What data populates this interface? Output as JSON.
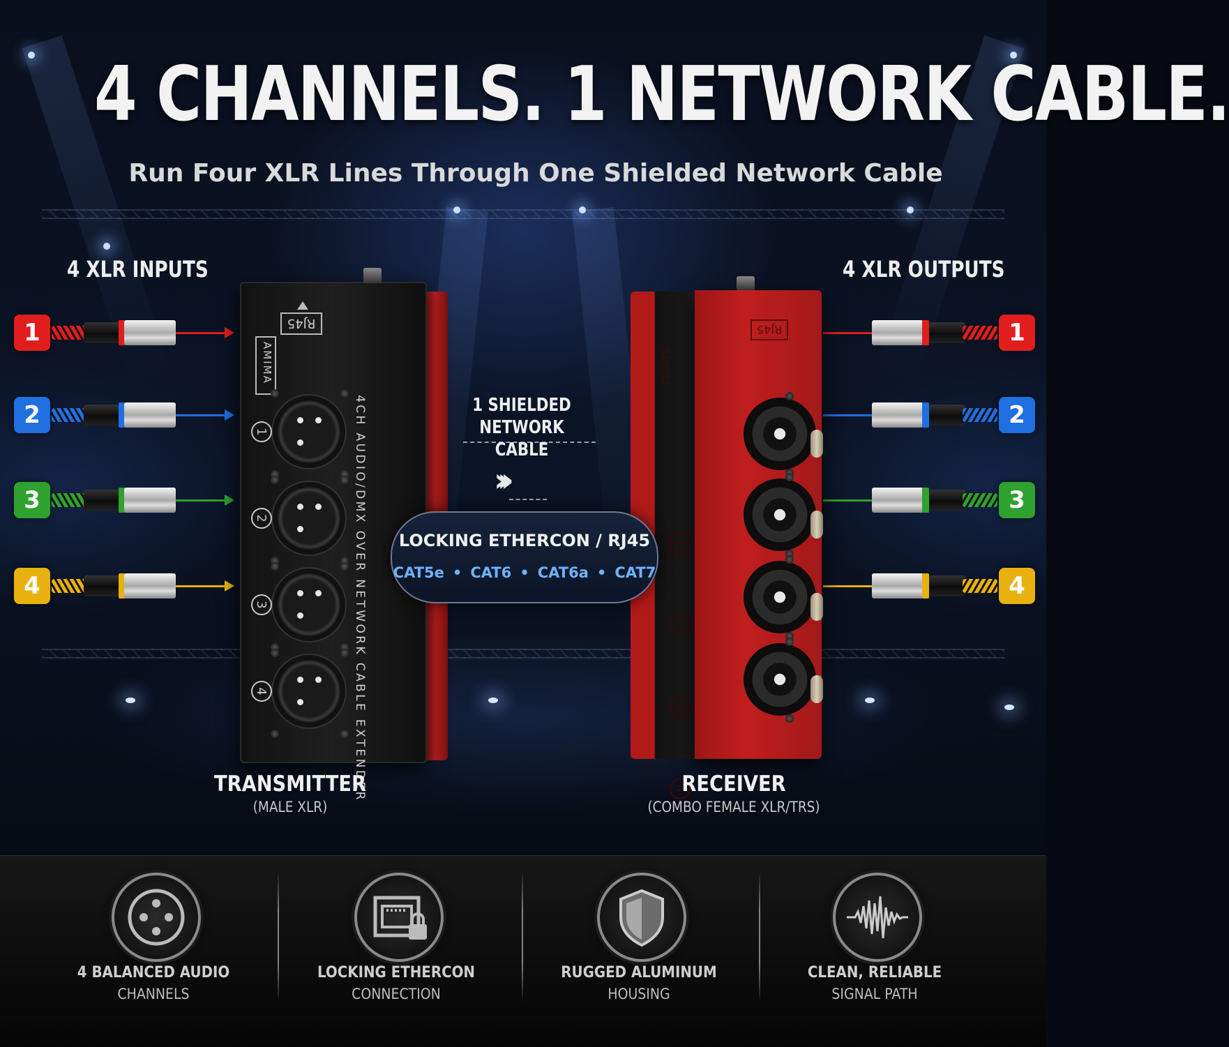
{
  "headline": "4 CHANNELS. 1 NETWORK CABLE.",
  "subheadline": "Run Four XLR Lines Through One Shielded Network Cable",
  "inputs": {
    "title": "4 XLR INPUTS",
    "channels": [
      {
        "number": "1",
        "color": "#e01e1e"
      },
      {
        "number": "2",
        "color": "#1f6fe0"
      },
      {
        "number": "3",
        "color": "#2fa12f"
      },
      {
        "number": "4",
        "color": "#e8b10f"
      }
    ]
  },
  "outputs": {
    "title": "4 XLR OUTPUTS",
    "channels": [
      {
        "number": "1",
        "color": "#e01e1e"
      },
      {
        "number": "2",
        "color": "#1f6fe0"
      },
      {
        "number": "3",
        "color": "#2fa12f"
      },
      {
        "number": "4",
        "color": "#e8b10f"
      }
    ]
  },
  "transmitter": {
    "title": "TRANSMITTER",
    "subtitle": "(MALE XLR)",
    "brand": "AMIMA",
    "port_label": "RJ45",
    "body_text": "4CH AUDIO/DMX OVER NETWORK CABLE EXTENDER",
    "port_numbers": [
      "1",
      "2",
      "3",
      "4"
    ]
  },
  "receiver": {
    "title": "RECEIVER",
    "subtitle": "(COMBO FEMALE XLR/TRS)",
    "brand": "AMIMA",
    "port_label": "RJ45",
    "port_numbers": [
      "1",
      "2",
      "3",
      "4"
    ]
  },
  "cable": {
    "label_line1": "1 SHIELDED",
    "label_line2": "NETWORK CABLE",
    "chevrons": "›››"
  },
  "ethercon": {
    "title": "LOCKING ETHERCON / RJ45",
    "cables": [
      "CAT5e",
      "CAT6",
      "CAT6a",
      "CAT7"
    ],
    "separator": "•"
  },
  "features": [
    {
      "line1": "4 BALANCED AUDIO",
      "line2": "CHANNELS",
      "icon": "xlr-connector-icon"
    },
    {
      "line1": "LOCKING ETHERCON",
      "line2": "CONNECTION",
      "icon": "ethernet-lock-icon"
    },
    {
      "line1": "RUGGED ALUMINUM",
      "line2": "HOUSING",
      "icon": "shield-icon"
    },
    {
      "line1": "CLEAN, RELIABLE",
      "line2": "SIGNAL PATH",
      "icon": "waveform-icon"
    }
  ]
}
